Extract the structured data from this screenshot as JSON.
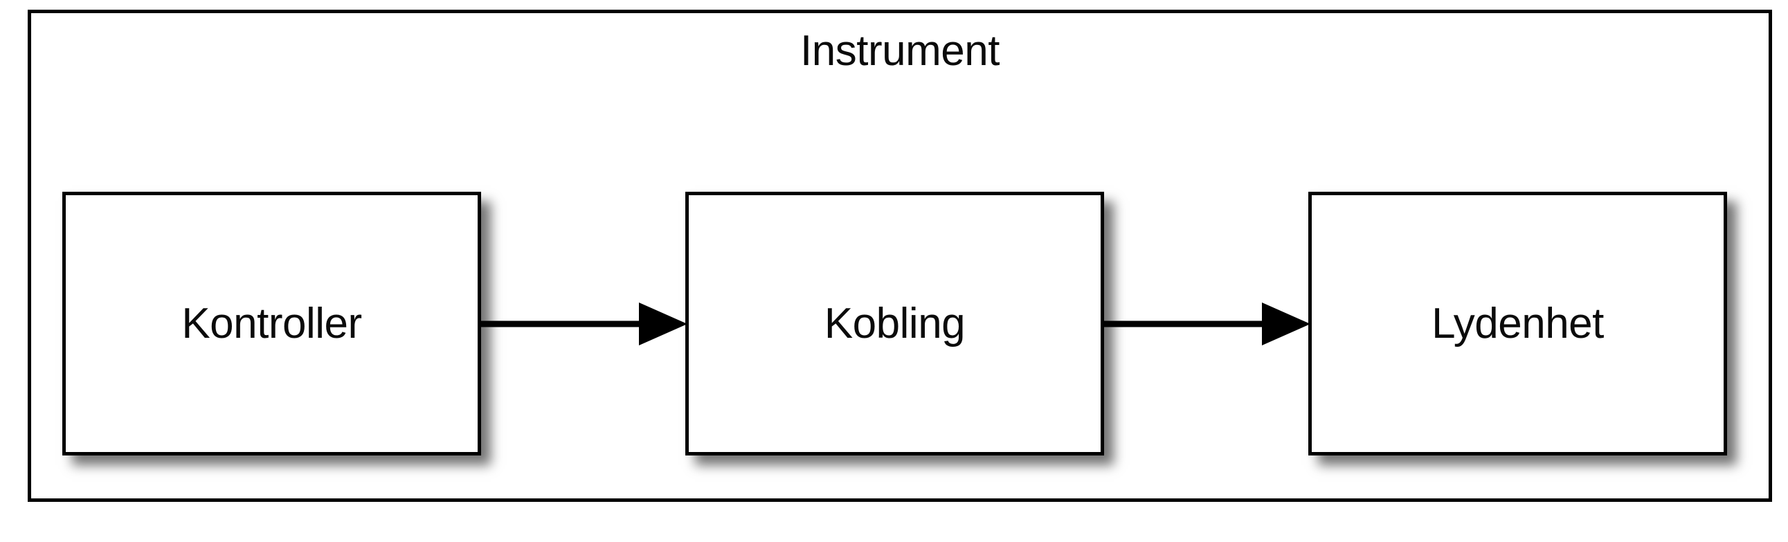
{
  "diagram": {
    "type": "block-diagram",
    "container": {
      "title": "Instrument"
    },
    "blocks": [
      {
        "id": "kontroller",
        "label": "Kontroller"
      },
      {
        "id": "kobling",
        "label": "Kobling"
      },
      {
        "id": "lydenhet",
        "label": "Lydenhet"
      }
    ],
    "connectors": [
      {
        "id": "arrow-kontroller-kobling",
        "from": "Kontroller",
        "to": "Kobling",
        "style": "solid-arrow",
        "direction": "right"
      },
      {
        "id": "arrow-kobling-lydenhet",
        "from": "Kobling",
        "to": "Lydenhet",
        "style": "solid-arrow",
        "direction": "right"
      }
    ],
    "colors": {
      "stroke": "#000000",
      "fill": "#ffffff",
      "text": "#0b0b0b",
      "shadow": "rgba(0,0,0,0.55)"
    }
  }
}
